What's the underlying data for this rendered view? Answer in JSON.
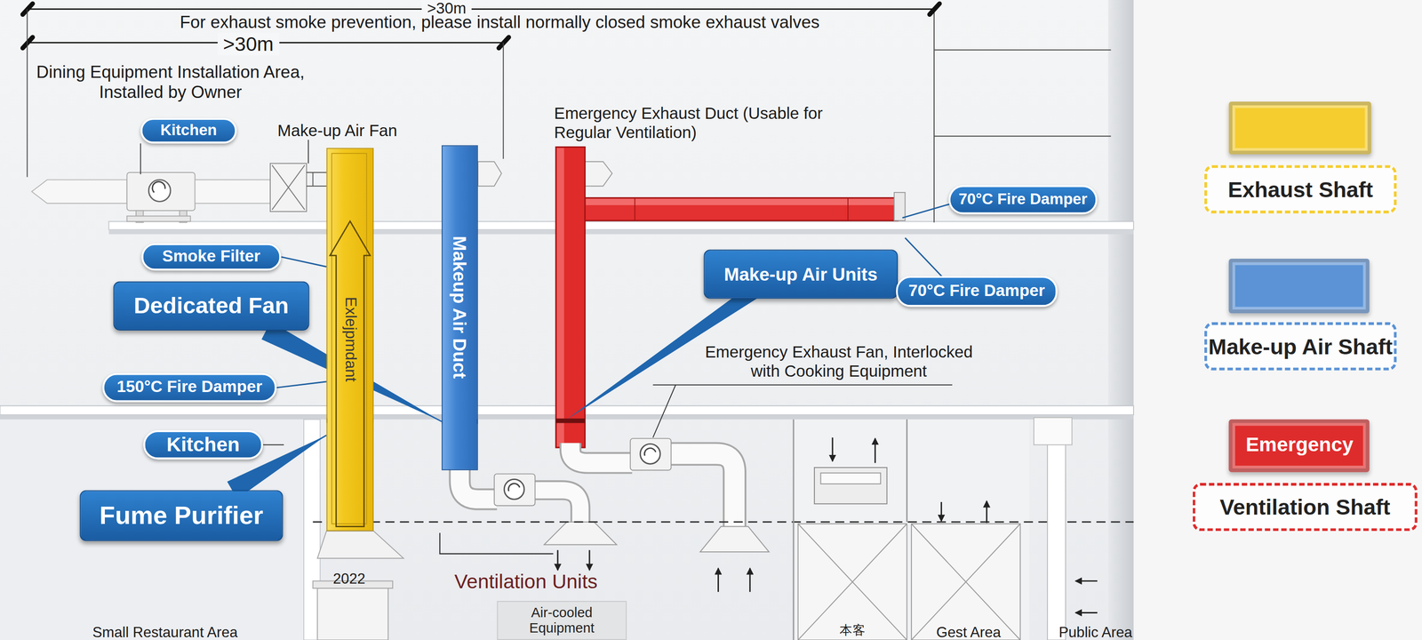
{
  "diagram": {
    "nodes": [
      {
        "text": [
          "Kitchen"
        ]
      },
      {
        "text": [
          "Exlejpmdant"
        ]
      },
      {
        "text": [
          "Makeup Air Duct"
        ]
      },
      {
        "text": [
          "70°C Fire Damper"
        ]
      },
      {
        "text": [
          "Smoke Filter"
        ]
      },
      {
        "text": [
          "Make-up Air Units"
        ]
      },
      {
        "text": [
          "Dedicated Fan"
        ]
      },
      {
        "text": [
          "70°C Fire Damper"
        ]
      },
      {
        "text": [
          "150°C Fire Damper"
        ]
      },
      {
        "text": [
          "Kitchen"
        ]
      },
      {
        "text": [
          "Fume Purifier"
        ]
      },
      {
        "text": [
          "Air-cooled Equipment"
        ]
      }
    ],
    "edges": [
      {
        "from": 4,
        "to": 1,
        "arrow": "none"
      },
      {
        "from": 6,
        "to": 2,
        "arrow": "none"
      },
      {
        "from": 8,
        "to": 1,
        "arrow": "none"
      },
      {
        "from": 10,
        "to": 1,
        "arrow": "none"
      }
    ],
    "labels": [
      ">30m",
      "For exhaust smoke prevention, please install normally closed smoke exhaust valves",
      ">30m",
      "Dining Equipment Installation Area, Installed by Owner",
      "Make-up Air Fan",
      "Emergency Exhaust Duct (Usable for Regular Ventilation)",
      "Emergency Exhaust Fan, Interlocked with Cooking Equipment",
      "2022",
      "Ventilation Units",
      "Small Restaurant Area",
      "本客",
      "Gest Area",
      "Public Area",
      "Emergency"
    ],
    "legend": [
      {
        "text": "Exhaust Shaft",
        "color": "#f5cd2e"
      },
      {
        "text": "Make-up Air Shaft",
        "color": "#5b93d6"
      },
      {
        "text": "Ventilation Shaft",
        "color": "#de2c2c"
      }
    ]
  }
}
